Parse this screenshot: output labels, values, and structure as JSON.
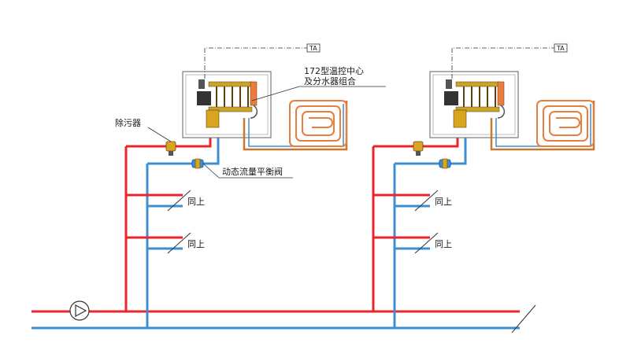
{
  "labels": {
    "controller": "172型温控中心",
    "manifold": "及分水器组合",
    "dirt_separator": "除污器",
    "balancing_valve": "动态流量平衡阀",
    "same_as_above": "同上",
    "thermostat": "TA"
  },
  "colors": {
    "supply": "#e8262b",
    "return": "#3d8fd1",
    "floor_loop_supply": "#e87d3e",
    "floor_loop_return": "#c9782f",
    "valve_body": "#d9a521",
    "cabinet_border": "#7a7a7a"
  },
  "icons": [
    "pump-icon",
    "dirt-separator-icon",
    "balancing-valve-icon",
    "manifold-icon",
    "floor-heating-coil-icon",
    "thermostat-box-icon"
  ]
}
